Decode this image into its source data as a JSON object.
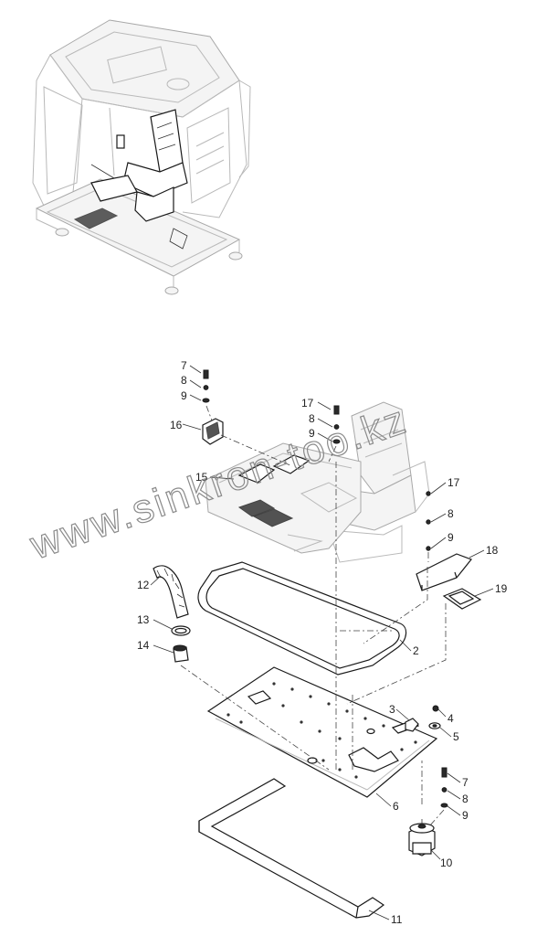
{
  "watermark": "www.sinkron-too.kz",
  "callouts": [
    {
      "id": "c1",
      "number": "7"
    },
    {
      "id": "c2",
      "number": "8"
    },
    {
      "id": "c3",
      "number": "9"
    },
    {
      "id": "c4",
      "number": "16"
    },
    {
      "id": "c5",
      "number": "17"
    },
    {
      "id": "c6",
      "number": "8"
    },
    {
      "id": "c7",
      "number": "9"
    },
    {
      "id": "c8",
      "number": "15"
    },
    {
      "id": "c9",
      "number": "17"
    },
    {
      "id": "c10",
      "number": "8"
    },
    {
      "id": "c11",
      "number": "9"
    },
    {
      "id": "c12",
      "number": "18"
    },
    {
      "id": "c13",
      "number": "19"
    },
    {
      "id": "c14",
      "number": "12"
    },
    {
      "id": "c15",
      "number": "13"
    },
    {
      "id": "c16",
      "number": "14"
    },
    {
      "id": "c17",
      "number": "2"
    },
    {
      "id": "c18",
      "number": "3"
    },
    {
      "id": "c19",
      "number": "4"
    },
    {
      "id": "c20",
      "number": "5"
    },
    {
      "id": "c21",
      "number": "6"
    },
    {
      "id": "c22",
      "number": "7"
    },
    {
      "id": "c23",
      "number": "8"
    },
    {
      "id": "c24",
      "number": "9"
    },
    {
      "id": "c25",
      "number": "10"
    },
    {
      "id": "c26",
      "number": "11"
    }
  ]
}
